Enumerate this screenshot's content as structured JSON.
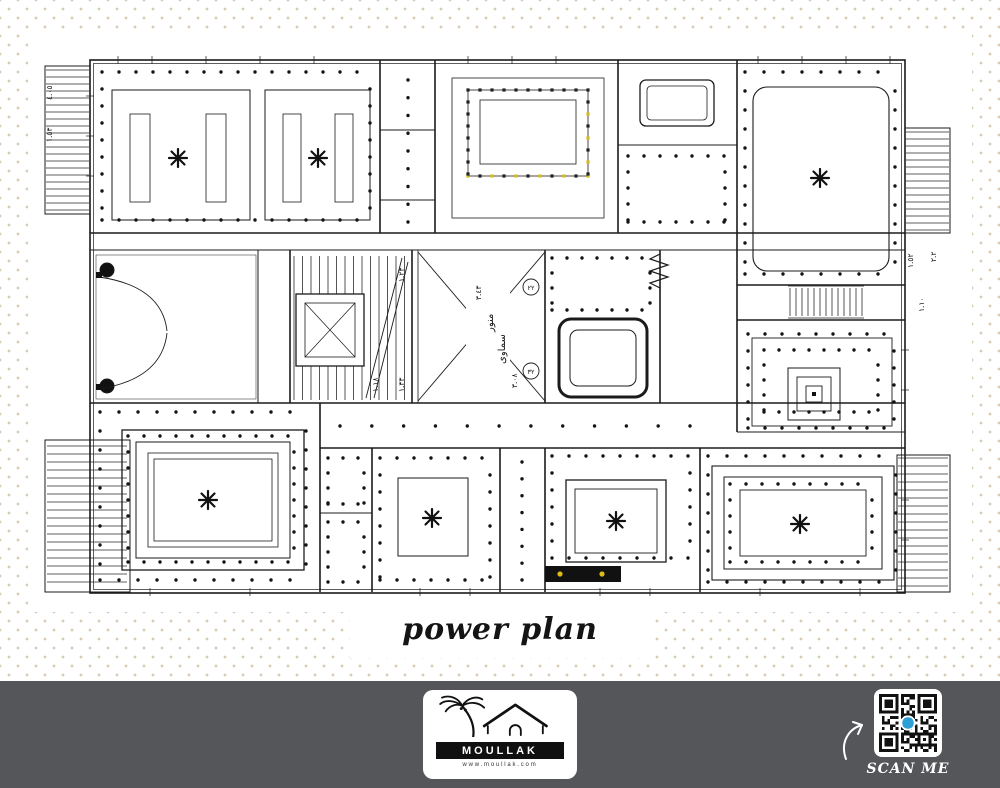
{
  "title": "power plan",
  "plan": {
    "lightwell": {
      "word1": "منور",
      "word2": "سماوى",
      "dim_top": "٣.٤٣",
      "dim_bottom": "٣.٠٨",
      "bubble_top": "٢٢",
      "bubble_bottom": "٣٢"
    },
    "dims": {
      "left_top": "٤.٠٥",
      "left_top2": "١.٥٣",
      "stairs_top": "١.٢٣",
      "stairs_bottom": "١.٣٣",
      "stairs_left": "١.١٨",
      "right_a": "١.٥٢",
      "right_b": "٢.٢",
      "right_c": "١.١٠"
    }
  },
  "footer": {
    "brand": "MOULLAK",
    "url": "www.moullak.com",
    "scan": "SCAN ME"
  },
  "colors": {
    "paper": "#ffffff",
    "ink": "#1b1b1b",
    "pattern_dot": "#d9cbb6",
    "accent_yellow": "#ddbb16",
    "footer_bg": "#55565a",
    "qr_dot_blue": "#2e9fd4"
  }
}
